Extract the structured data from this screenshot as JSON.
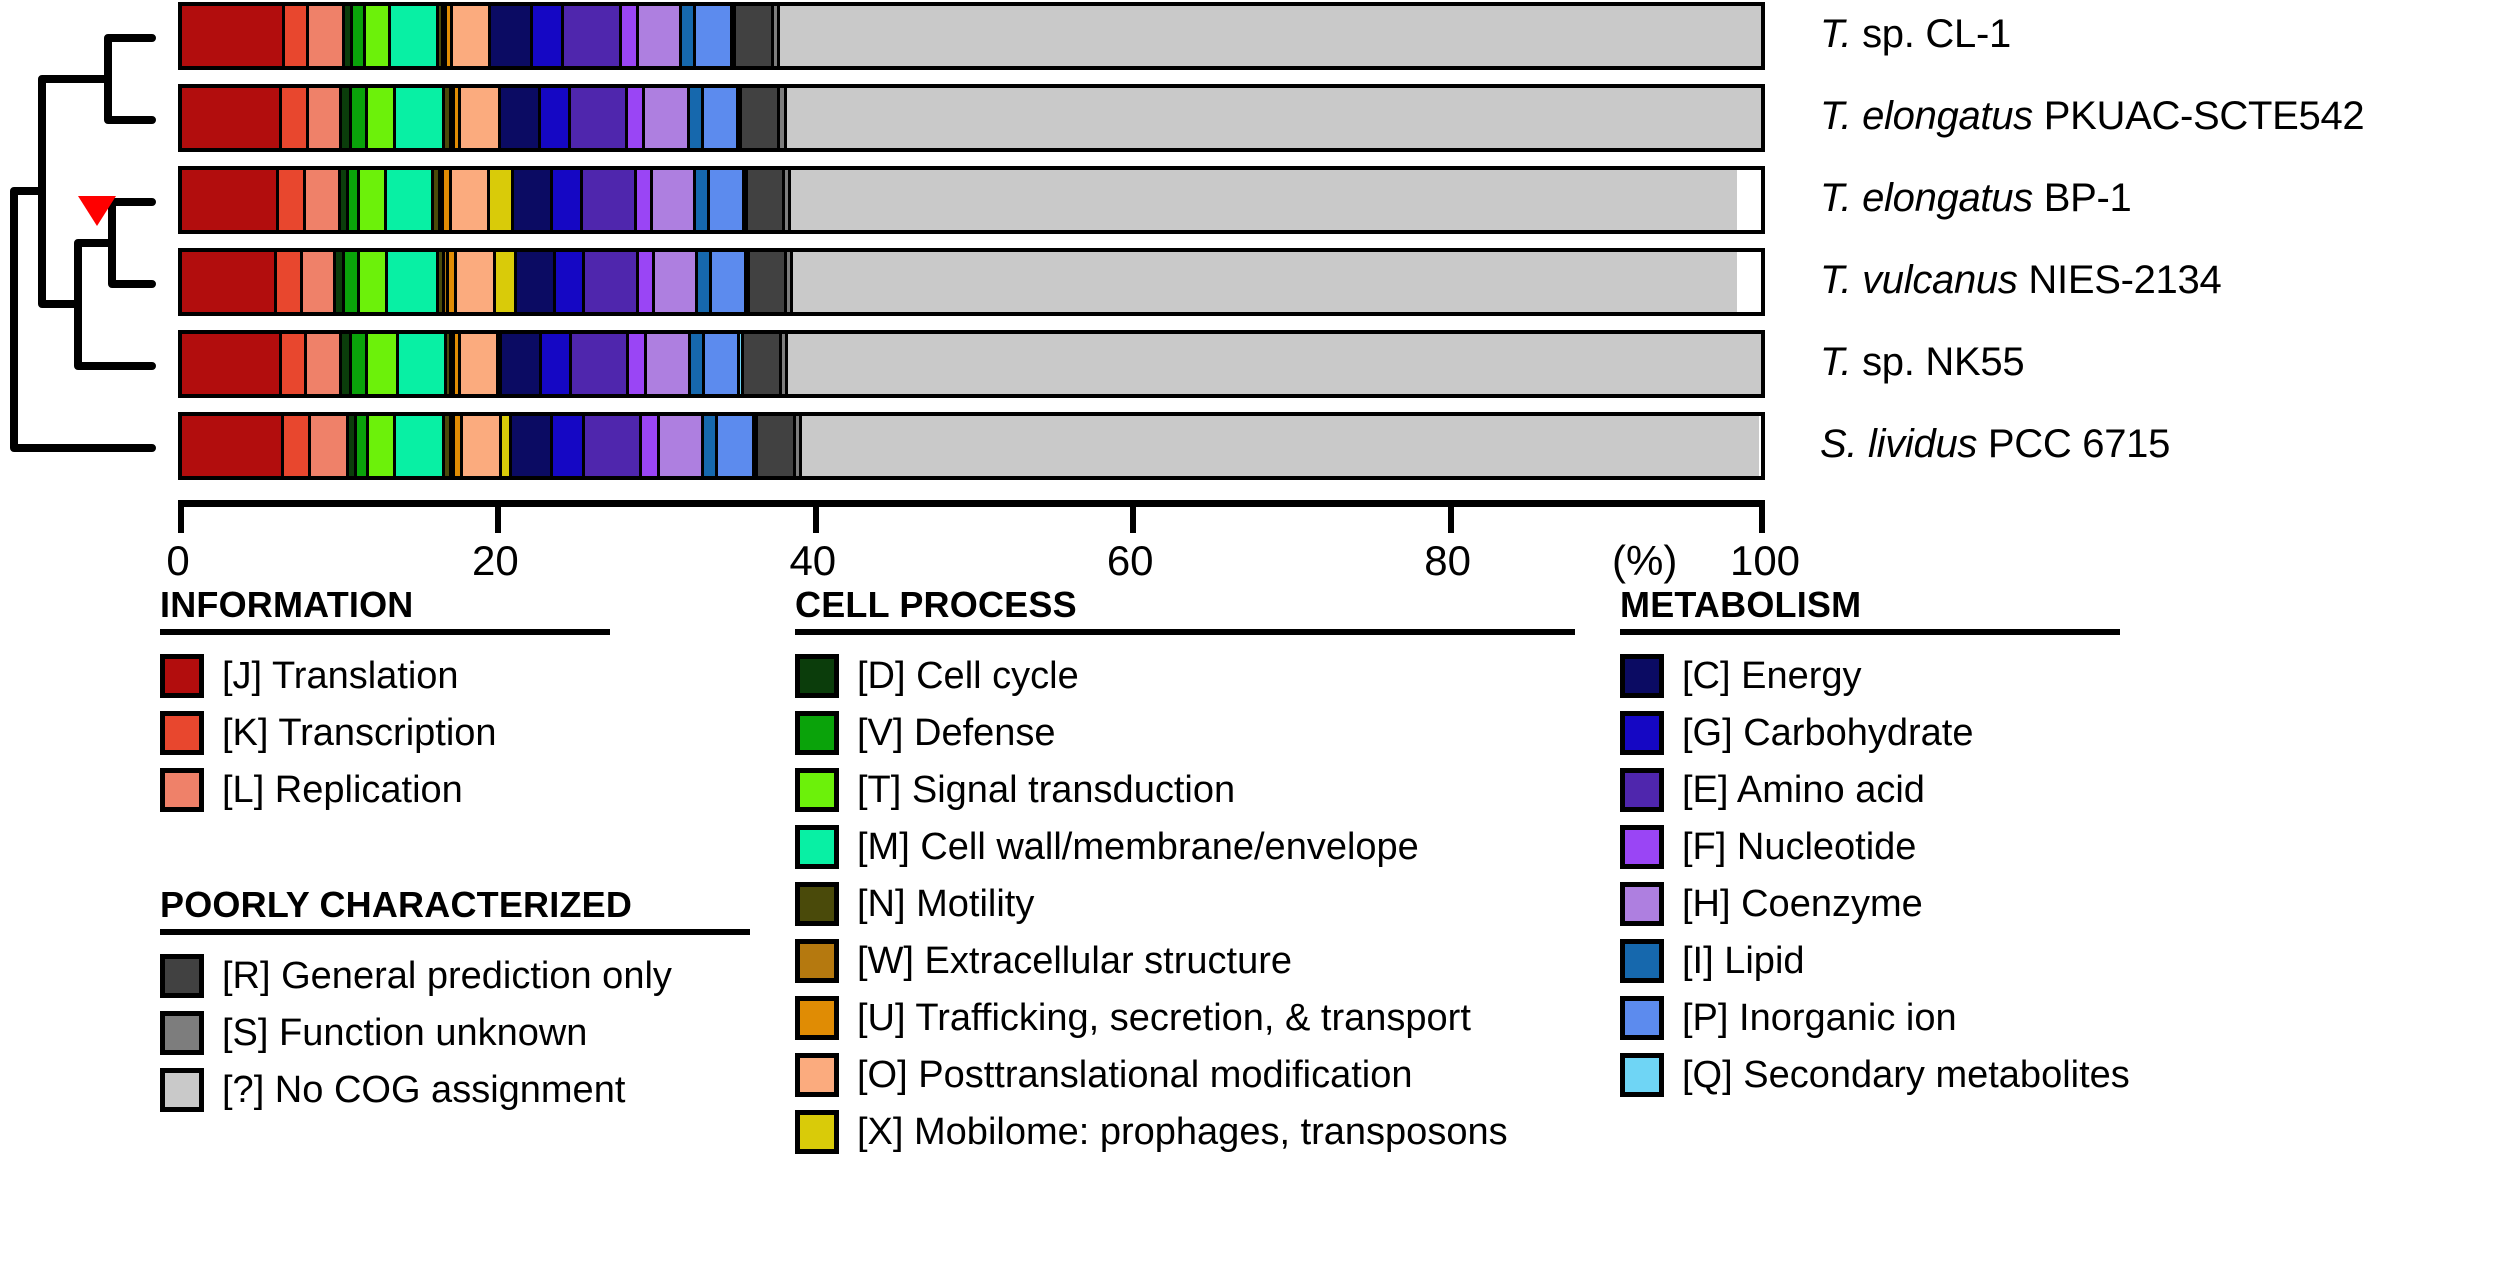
{
  "taxa": [
    {
      "id": "cl1",
      "genus": "T.",
      "species": "sp.",
      "strain": "CL-1"
    },
    {
      "id": "pkuac",
      "genus": "T.",
      "species": "elongatus",
      "strain": "PKUAC-SCTE542"
    },
    {
      "id": "bp1",
      "genus": "T.",
      "species": "elongatus",
      "strain": "BP-1"
    },
    {
      "id": "nies2134",
      "genus": "T.",
      "species": "vulcanus",
      "strain": "NIES-2134"
    },
    {
      "id": "nk55",
      "genus": "T.",
      "species": "sp.",
      "strain": "NK55"
    },
    {
      "id": "pcc6715",
      "genus": "S.",
      "species": "lividus",
      "strain": "PCC 6715"
    }
  ],
  "axis": {
    "ticks": [
      0,
      20,
      40,
      60,
      80,
      100
    ],
    "tick_labels": [
      "0",
      "20",
      "40",
      "60",
      "80",
      "100"
    ],
    "unit_label": "(%)",
    "min": 0,
    "max": 100
  },
  "marker": {
    "name": "clade-marker-triangle",
    "color": "#ff0000"
  },
  "cog_categories": [
    {
      "code": "J",
      "label": "[J] Translation",
      "color": "#b20d0d",
      "group": "INFORMATION"
    },
    {
      "code": "K",
      "label": "[K] Transcription",
      "color": "#e8472e",
      "group": "INFORMATION"
    },
    {
      "code": "L",
      "label": "[L] Replication",
      "color": "#ef8169",
      "group": "INFORMATION"
    },
    {
      "code": "D",
      "label": "[D] Cell cycle",
      "color": "#0b3d0b",
      "group": "CELL PROCESS"
    },
    {
      "code": "V",
      "label": "[V] Defense",
      "color": "#0aa30a",
      "group": "CELL PROCESS"
    },
    {
      "code": "T",
      "label": "[T] Signal transduction",
      "color": "#6cf10a",
      "group": "CELL PROCESS"
    },
    {
      "code": "M",
      "label": "[M] Cell wall/membrane/envelope",
      "color": "#08f0a4",
      "group": "CELL PROCESS"
    },
    {
      "code": "N",
      "label": "[N] Motility",
      "color": "#4a4a0a",
      "group": "CELL PROCESS"
    },
    {
      "code": "W",
      "label": "[W] Extracellular structure",
      "color": "#b5790f",
      "group": "CELL PROCESS"
    },
    {
      "code": "U",
      "label": "[U] Trafficking, secretion, & transport",
      "color": "#e08c04",
      "group": "CELL PROCESS"
    },
    {
      "code": "O",
      "label": "[O] Posttranslational modification",
      "color": "#fbab7e",
      "group": "CELL PROCESS"
    },
    {
      "code": "X",
      "label": "[X] Mobilome: prophages, transposons",
      "color": "#d9cb09",
      "group": "CELL PROCESS"
    },
    {
      "code": "C",
      "label": "[C] Energy",
      "color": "#0b0b63",
      "group": "METABOLISM"
    },
    {
      "code": "G",
      "label": "[G] Carbohydrate",
      "color": "#1507c4",
      "group": "METABOLISM"
    },
    {
      "code": "E",
      "label": "[E] Amino acid",
      "color": "#4f26ad",
      "group": "METABOLISM"
    },
    {
      "code": "F",
      "label": "[F] Nucleotide",
      "color": "#9a45f5",
      "group": "METABOLISM"
    },
    {
      "code": "H",
      "label": "[H] Coenzyme",
      "color": "#ae7fe0",
      "group": "METABOLISM"
    },
    {
      "code": "I",
      "label": "[I] Lipid",
      "color": "#1668ad",
      "group": "METABOLISM"
    },
    {
      "code": "P",
      "label": "[P] Inorganic ion",
      "color": "#5c8bee",
      "group": "METABOLISM"
    },
    {
      "code": "Q",
      "label": "[Q] Secondary metabolites",
      "color": "#6fd5f5",
      "group": "METABOLISM"
    },
    {
      "code": "R",
      "label": "[R] General prediction only",
      "color": "#414141",
      "group": "POORLY CHARACTERIZED"
    },
    {
      "code": "S",
      "label": "[S] Function unknown",
      "color": "#7d7d7d",
      "group": "POORLY CHARACTERIZED"
    },
    {
      "code": "?",
      "label": "[?] No COG assignment",
      "color": "#c9c9c9",
      "group": "POORLY CHARACTERIZED"
    }
  ],
  "legend": {
    "columns": [
      {
        "id": "information",
        "title": "INFORMATION",
        "items": [
          {
            "code": "J",
            "label": "[J] Translation",
            "color": "#b20d0d"
          },
          {
            "code": "K",
            "label": "[K] Transcription",
            "color": "#e8472e"
          },
          {
            "code": "L",
            "label": "[L] Replication",
            "color": "#ef8169"
          }
        ]
      },
      {
        "id": "poorly-characterized",
        "title": "POORLY CHARACTERIZED",
        "items": [
          {
            "code": "R",
            "label": "[R] General prediction only",
            "color": "#414141"
          },
          {
            "code": "S",
            "label": "[S] Function unknown",
            "color": "#7d7d7d"
          },
          {
            "code": "?",
            "label": "[?] No COG assignment",
            "color": "#c9c9c9"
          }
        ]
      },
      {
        "id": "cell-process",
        "title": "CELL PROCESS",
        "items": [
          {
            "code": "D",
            "label": "[D] Cell cycle",
            "color": "#0b3d0b"
          },
          {
            "code": "V",
            "label": "[V] Defense",
            "color": "#0aa30a"
          },
          {
            "code": "T",
            "label": "[T] Signal transduction",
            "color": "#6cf10a"
          },
          {
            "code": "M",
            "label": "[M] Cell wall/membrane/envelope",
            "color": "#08f0a4"
          },
          {
            "code": "N",
            "label": "[N] Motility",
            "color": "#4a4a0a"
          },
          {
            "code": "W",
            "label": "[W] Extracellular structure",
            "color": "#b5790f"
          },
          {
            "code": "U",
            "label": "[U] Trafficking, secretion, & transport",
            "color": "#e08c04"
          },
          {
            "code": "O",
            "label": "[O] Posttranslational modification",
            "color": "#fbab7e"
          },
          {
            "code": "X",
            "label": "[X] Mobilome: prophages, transposons",
            "color": "#d9cb09"
          }
        ]
      },
      {
        "id": "metabolism",
        "title": "METABOLISM",
        "items": [
          {
            "code": "C",
            "label": "[C] Energy",
            "color": "#0b0b63"
          },
          {
            "code": "G",
            "label": "[G] Carbohydrate",
            "color": "#1507c4"
          },
          {
            "code": "E",
            "label": "[E] Amino acid",
            "color": "#4f26ad"
          },
          {
            "code": "F",
            "label": "[F] Nucleotide",
            "color": "#9a45f5"
          },
          {
            "code": "H",
            "label": "[H] Coenzyme",
            "color": "#ae7fe0"
          },
          {
            "code": "I",
            "label": "[I] Lipid",
            "color": "#1668ad"
          },
          {
            "code": "P",
            "label": "[P] Inorganic ion",
            "color": "#5c8bee"
          },
          {
            "code": "Q",
            "label": "[Q] Secondary metabolites",
            "color": "#6fd5f5"
          }
        ]
      }
    ]
  },
  "chart_data": {
    "type": "bar",
    "orientation": "horizontal",
    "stacked": true,
    "normalized": true,
    "title": "",
    "xlabel": "(%)",
    "ylabel": "",
    "xlim": [
      0,
      100
    ],
    "xticks": [
      0,
      20,
      40,
      60,
      80,
      100
    ],
    "grid": false,
    "legend_position": "below",
    "categories": [
      "T. sp. CL-1",
      "T. elongatus PKUAC-SCTE542",
      "T. elongatus BP-1",
      "T. vulcanus NIES-2134",
      "T. sp. NK55",
      "S. lividus PCC 6715"
    ],
    "series": [
      {
        "name": "[J] Translation",
        "code": "J",
        "color": "#b20d0d",
        "values": [
          6.5,
          6.3,
          6.1,
          6.0,
          6.3,
          6.4
        ]
      },
      {
        "name": "[K] Transcription",
        "code": "K",
        "color": "#e8472e",
        "values": [
          1.5,
          1.7,
          1.7,
          1.6,
          1.6,
          1.7
        ]
      },
      {
        "name": "[L] Replication",
        "code": "L",
        "color": "#ef8169",
        "values": [
          2.3,
          2.1,
          2.2,
          2.1,
          2.2,
          2.4
        ]
      },
      {
        "name": "[D] Cell cycle",
        "code": "D",
        "color": "#0b3d0b",
        "values": [
          0.5,
          0.6,
          0.5,
          0.6,
          0.6,
          0.5
        ]
      },
      {
        "name": "[V] Defense",
        "code": "V",
        "color": "#0aa30a",
        "values": [
          0.8,
          1.0,
          0.7,
          0.9,
          1.0,
          0.8
        ]
      },
      {
        "name": "[T] Signal transduction",
        "code": "T",
        "color": "#6cf10a",
        "values": [
          1.6,
          1.8,
          1.7,
          1.8,
          2.0,
          1.7
        ]
      },
      {
        "name": "[M] Cell wall/membrane/envelope",
        "code": "M",
        "color": "#08f0a4",
        "values": [
          3.0,
          3.1,
          3.0,
          3.2,
          3.0,
          3.1
        ]
      },
      {
        "name": "[N] Motility",
        "code": "N",
        "color": "#4a4a0a",
        "values": [
          0.3,
          0.4,
          0.4,
          0.4,
          0.3,
          0.4
        ]
      },
      {
        "name": "[W] Extracellular structure",
        "code": "W",
        "color": "#b5790f",
        "values": [
          0.2,
          0.2,
          0.2,
          0.2,
          0.2,
          0.2
        ]
      },
      {
        "name": "[U] Trafficking, secretion, & transport",
        "code": "U",
        "color": "#e08c04",
        "values": [
          0.4,
          0.4,
          0.5,
          0.5,
          0.4,
          0.5
        ]
      },
      {
        "name": "[O] Posttranslational modification",
        "code": "O",
        "color": "#fbab7e",
        "values": [
          2.4,
          2.5,
          2.4,
          2.5,
          2.4,
          2.5
        ]
      },
      {
        "name": "[X] Mobilome: prophages, transposons",
        "code": "X",
        "color": "#d9cb09",
        "values": [
          0.0,
          0.0,
          1.5,
          1.3,
          0.1,
          0.6
        ]
      },
      {
        "name": "[C] Energy",
        "code": "C",
        "color": "#0b0b63",
        "values": [
          2.6,
          2.5,
          2.5,
          2.5,
          2.5,
          2.6
        ]
      },
      {
        "name": "[G] Carbohydrate",
        "code": "G",
        "color": "#1507c4",
        "values": [
          2.0,
          1.9,
          1.9,
          1.8,
          1.9,
          2.0
        ]
      },
      {
        "name": "[E] Amino acid",
        "code": "E",
        "color": "#4f26ad",
        "values": [
          3.6,
          3.6,
          3.4,
          3.4,
          3.6,
          3.6
        ]
      },
      {
        "name": "[F] Nucleotide",
        "code": "F",
        "color": "#9a45f5",
        "values": [
          1.1,
          1.1,
          1.0,
          1.0,
          1.1,
          1.1
        ]
      },
      {
        "name": "[H] Coenzyme",
        "code": "H",
        "color": "#ae7fe0",
        "values": [
          2.7,
          2.8,
          2.7,
          2.7,
          2.8,
          2.8
        ]
      },
      {
        "name": "[I] Lipid",
        "code": "I",
        "color": "#1668ad",
        "values": [
          0.9,
          0.9,
          0.9,
          0.9,
          0.9,
          0.9
        ]
      },
      {
        "name": "[P] Inorganic ion",
        "code": "P",
        "color": "#5c8bee",
        "values": [
          2.3,
          2.2,
          2.2,
          2.2,
          2.2,
          2.3
        ]
      },
      {
        "name": "[Q] Secondary metabolites",
        "code": "Q",
        "color": "#6fd5f5",
        "values": [
          0.2,
          0.2,
          0.2,
          0.2,
          0.2,
          0.2
        ]
      },
      {
        "name": "[R] General prediction only",
        "code": "R",
        "color": "#414141",
        "values": [
          2.4,
          2.4,
          2.3,
          2.3,
          2.4,
          2.4
        ]
      },
      {
        "name": "[S] Function unknown",
        "code": "S",
        "color": "#7d7d7d",
        "values": [
          0.4,
          0.4,
          0.4,
          0.4,
          0.4,
          0.4
        ]
      },
      {
        "name": "[?] No COG assignment",
        "code": "?",
        "color": "#c9c9c9",
        "values": [
          62.3,
          61.9,
          59.6,
          59.5,
          61.9,
          60.3
        ]
      }
    ]
  }
}
